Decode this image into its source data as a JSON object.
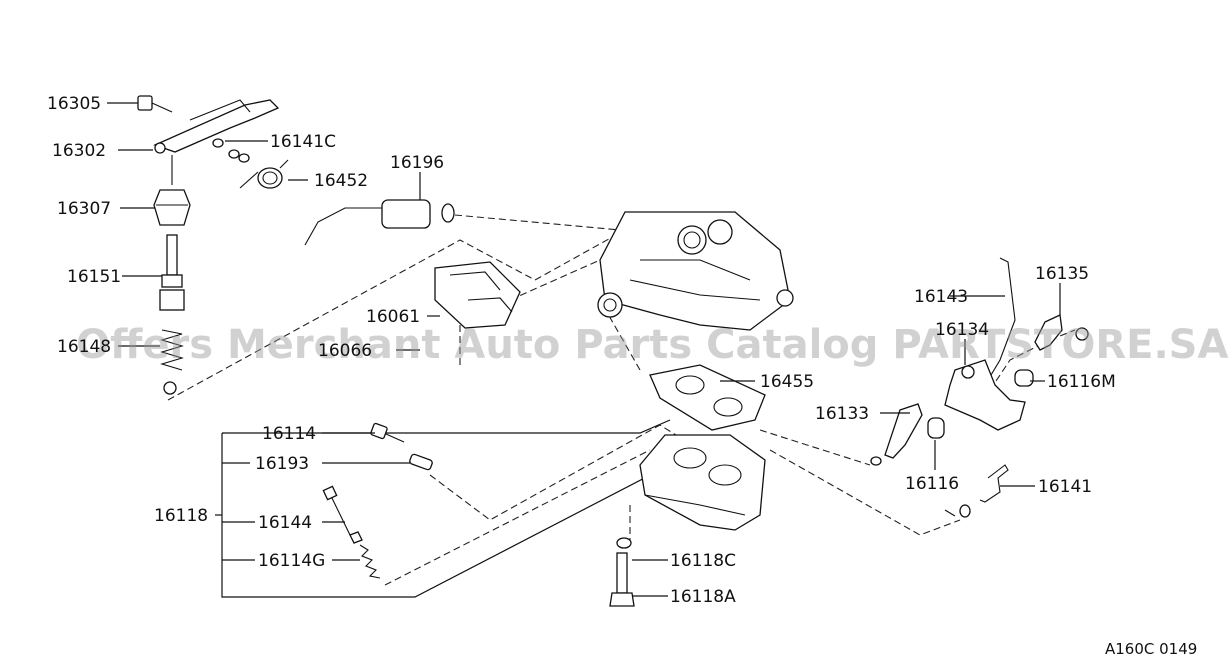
{
  "labels": {
    "p16305": "16305",
    "p16302": "16302",
    "p16141C": "16141C",
    "p16452": "16452",
    "p16196": "16196",
    "p16307": "16307",
    "p16151": "16151",
    "p16148": "16148",
    "p16061": "16061",
    "p16066": "16066",
    "p16455": "16455",
    "p16143": "16143",
    "p16135": "16135",
    "p16134": "16134",
    "p16116M": "16116M",
    "p16133": "16133",
    "p16116": "16116",
    "p16141": "16141",
    "p16114": "16114",
    "p16193": "16193",
    "p16118": "16118",
    "p16144": "16144",
    "p16114G": "16114G",
    "p16118C": "16118C",
    "p16118A": "16118A"
  },
  "watermark": "Offers Merchant Auto Parts Catalog PARTSTORE.SA",
  "diagram_code": "A160C 0149"
}
